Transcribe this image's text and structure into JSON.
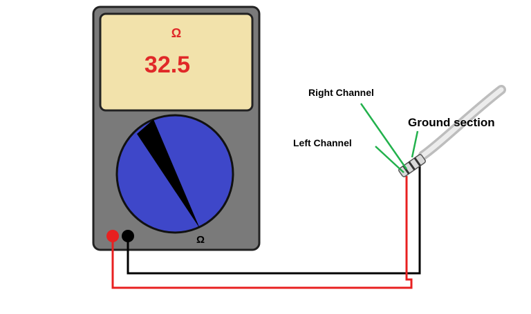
{
  "meter": {
    "unit_symbol": "Ω",
    "reading": "32.5",
    "dial_symbol": "Ω"
  },
  "labels": {
    "right_channel": "Right Channel",
    "left_channel": "Left Channel",
    "ground_section": "Ground section"
  },
  "colors": {
    "meter_body": "#7a7a7a",
    "display_bg": "#f2e2ab",
    "reading_red": "#e02828",
    "dial_blue": "#3e47c9",
    "probe_red": "#e82020",
    "probe_black": "#000000",
    "pointer_green": "#22b14c"
  }
}
